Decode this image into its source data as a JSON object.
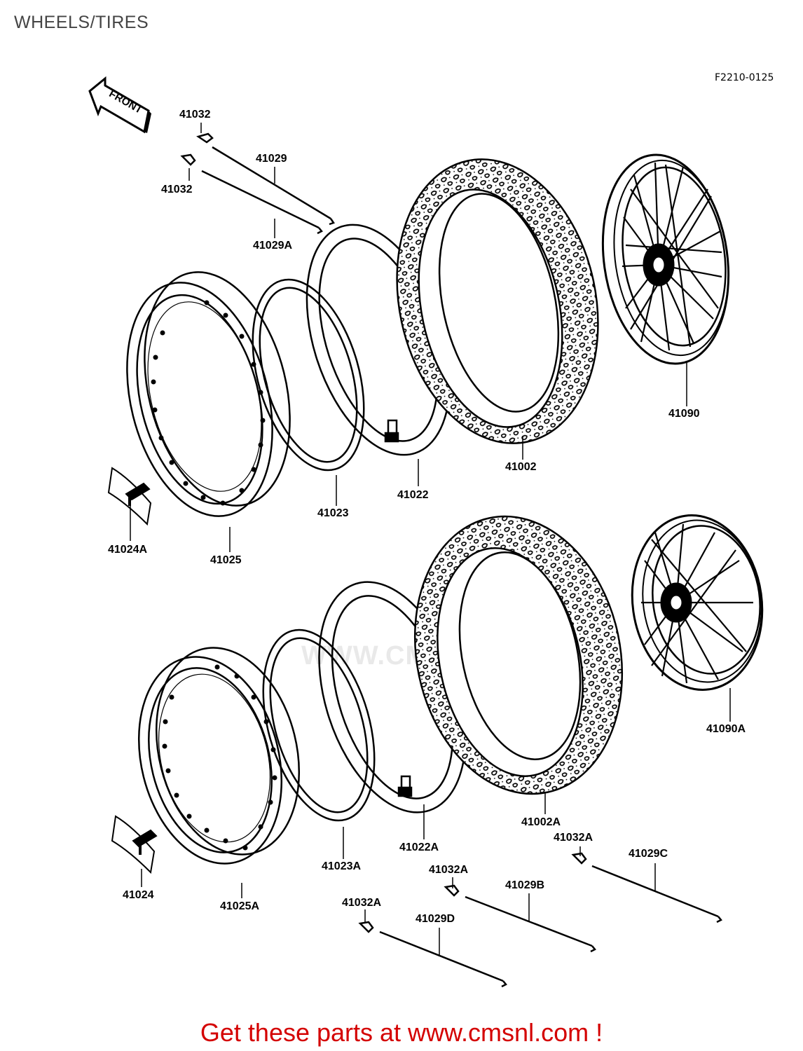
{
  "header": {
    "title": "WHEELS/TIRES",
    "figure_code": "F2210-0125"
  },
  "front_arrow": {
    "label": "FRONT"
  },
  "watermark": {
    "text": "WWW.CMSNL.COM"
  },
  "labels": {
    "p41032_a": "41032",
    "p41029": "41029",
    "p41032_b": "41032",
    "p41029A": "41029A",
    "p41090": "41090",
    "p41002": "41002",
    "p41022": "41022",
    "p41023": "41023",
    "p41024A": "41024A",
    "p41025": "41025",
    "p41090A": "41090A",
    "p41002A": "41002A",
    "p41032A_a": "41032A",
    "p41029C": "41029C",
    "p41022A": "41022A",
    "p41023A": "41023A",
    "p41032A_b": "41032A",
    "p41029B": "41029B",
    "p41024": "41024",
    "p41025A": "41025A",
    "p41032A_c": "41032A",
    "p41029D": "41029D"
  },
  "footer": {
    "text": "Get these parts at www.cmsnl.com !"
  }
}
